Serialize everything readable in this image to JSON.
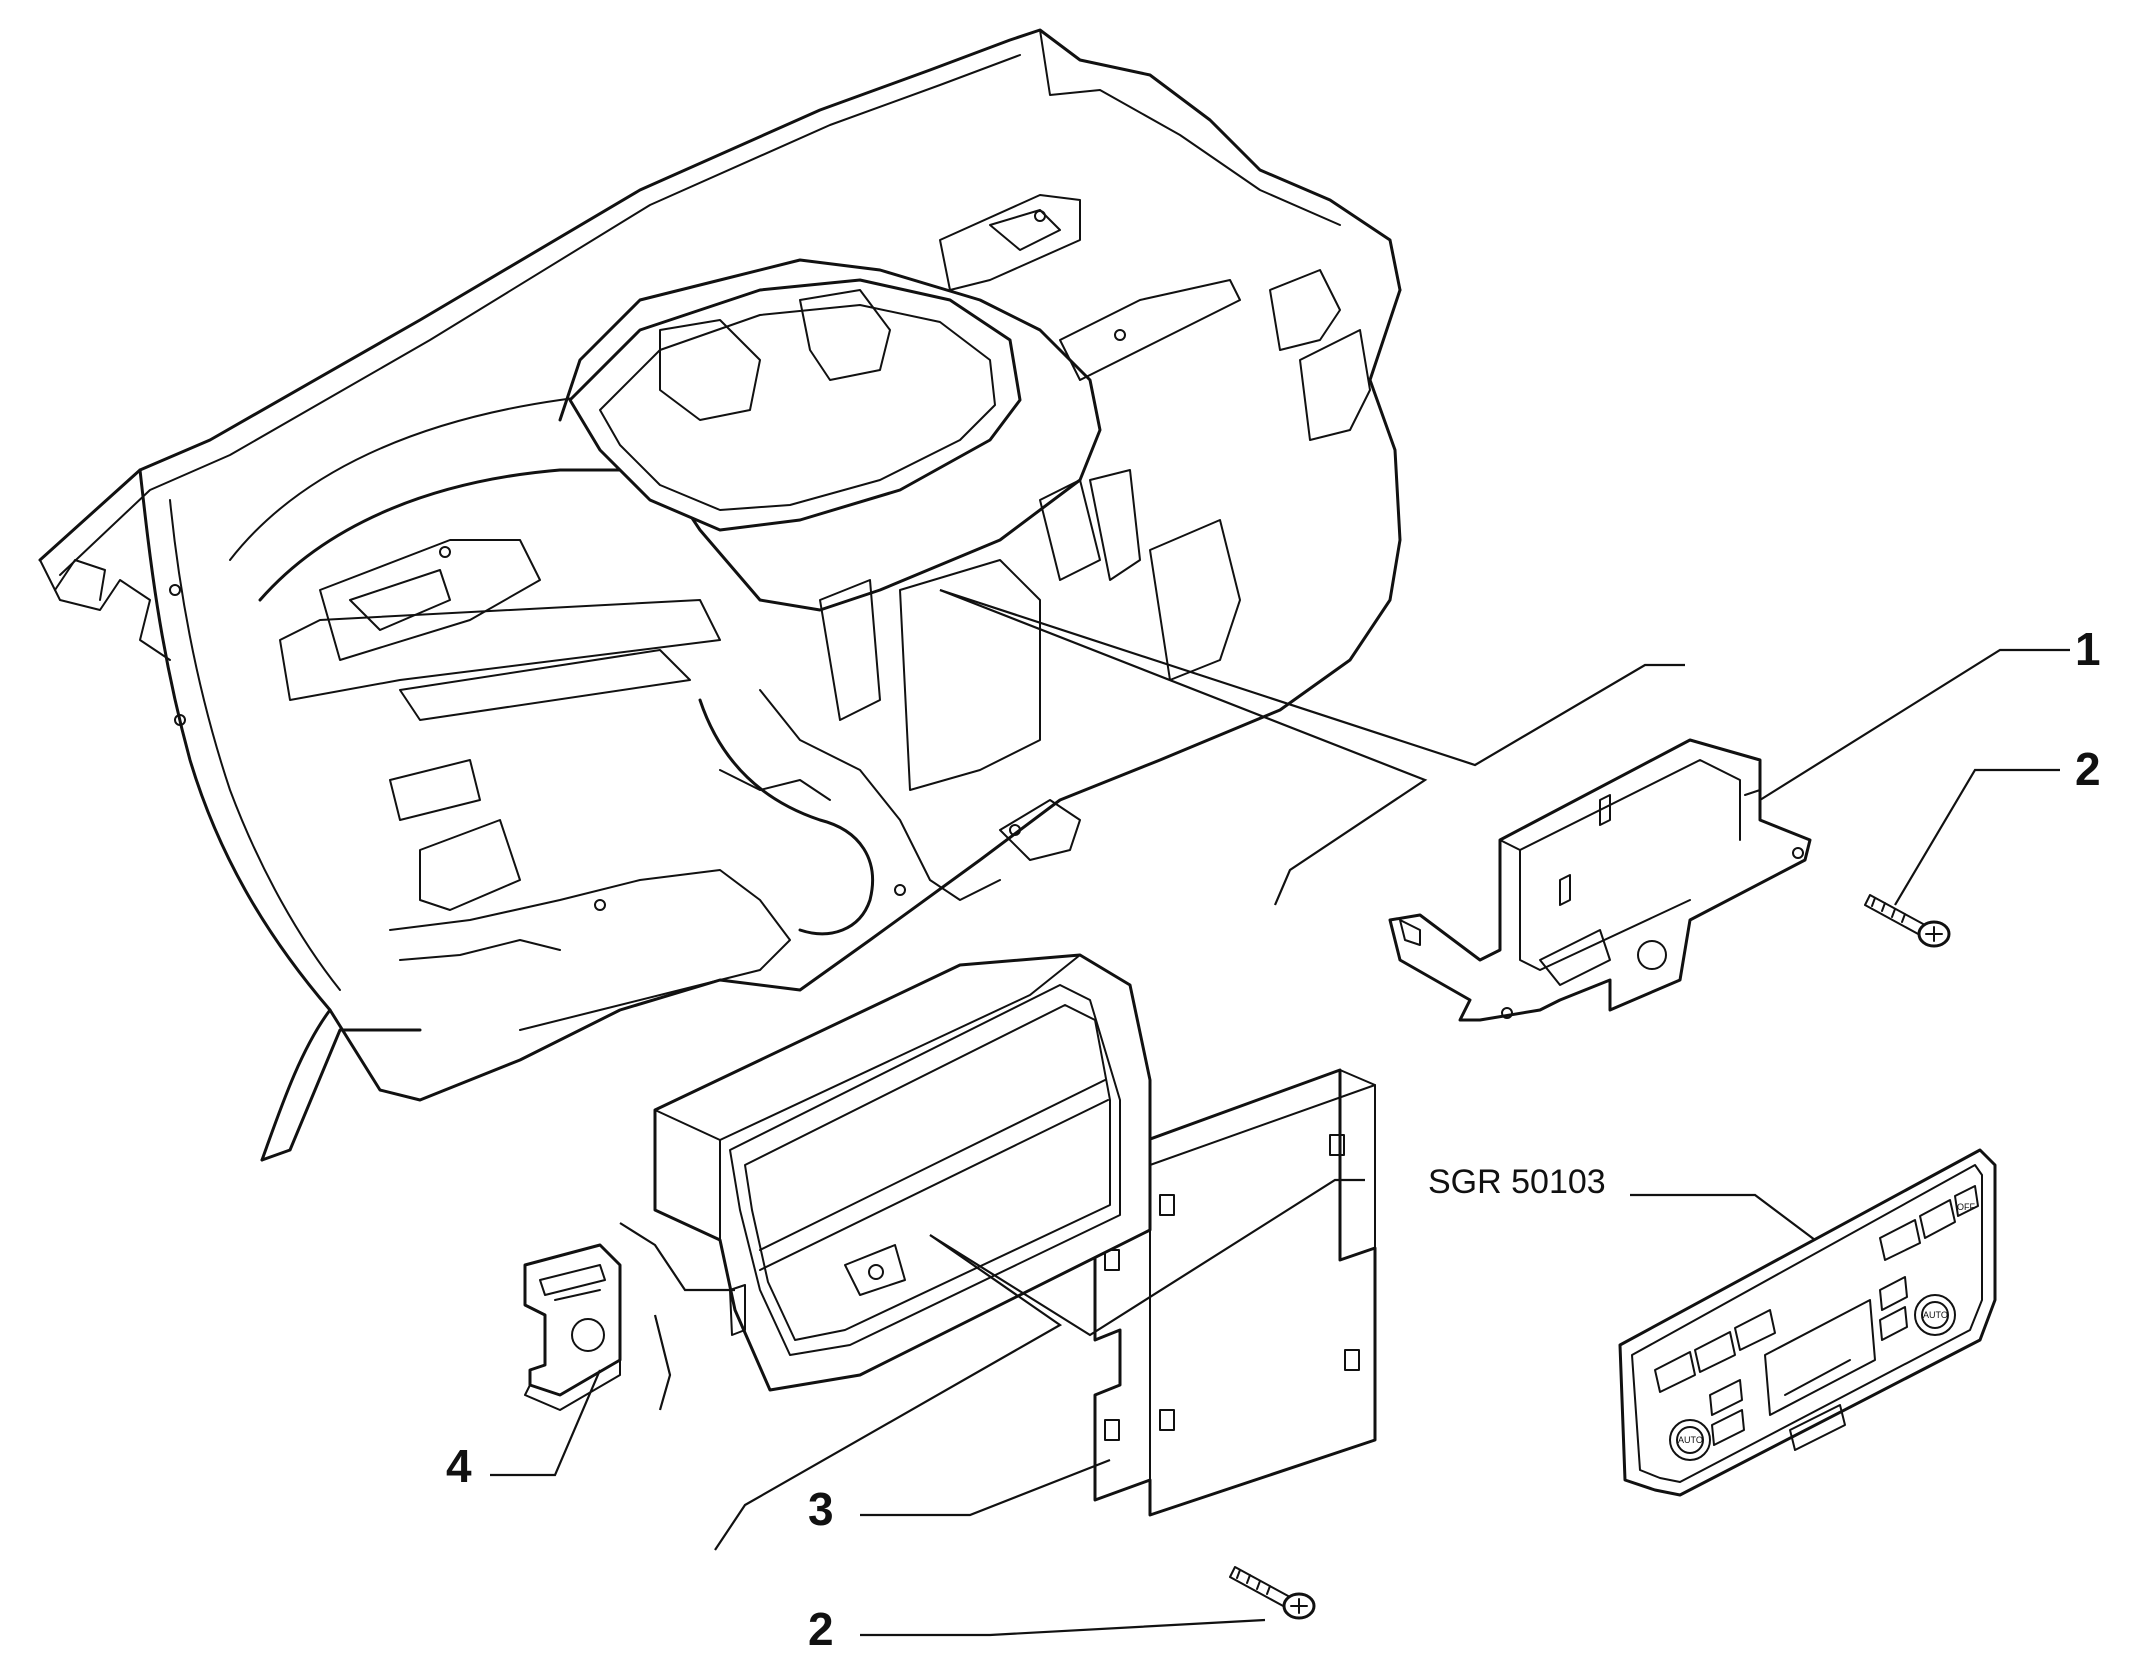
{
  "diagram": {
    "callouts": [
      "1",
      "2",
      "2",
      "3",
      "4"
    ],
    "reference_code": "SGR 50103",
    "panel_button_labels": [
      "AUTO",
      "AUTO",
      "OFF"
    ]
  },
  "colors": {
    "line": "#111111",
    "background": "#ffffff"
  }
}
